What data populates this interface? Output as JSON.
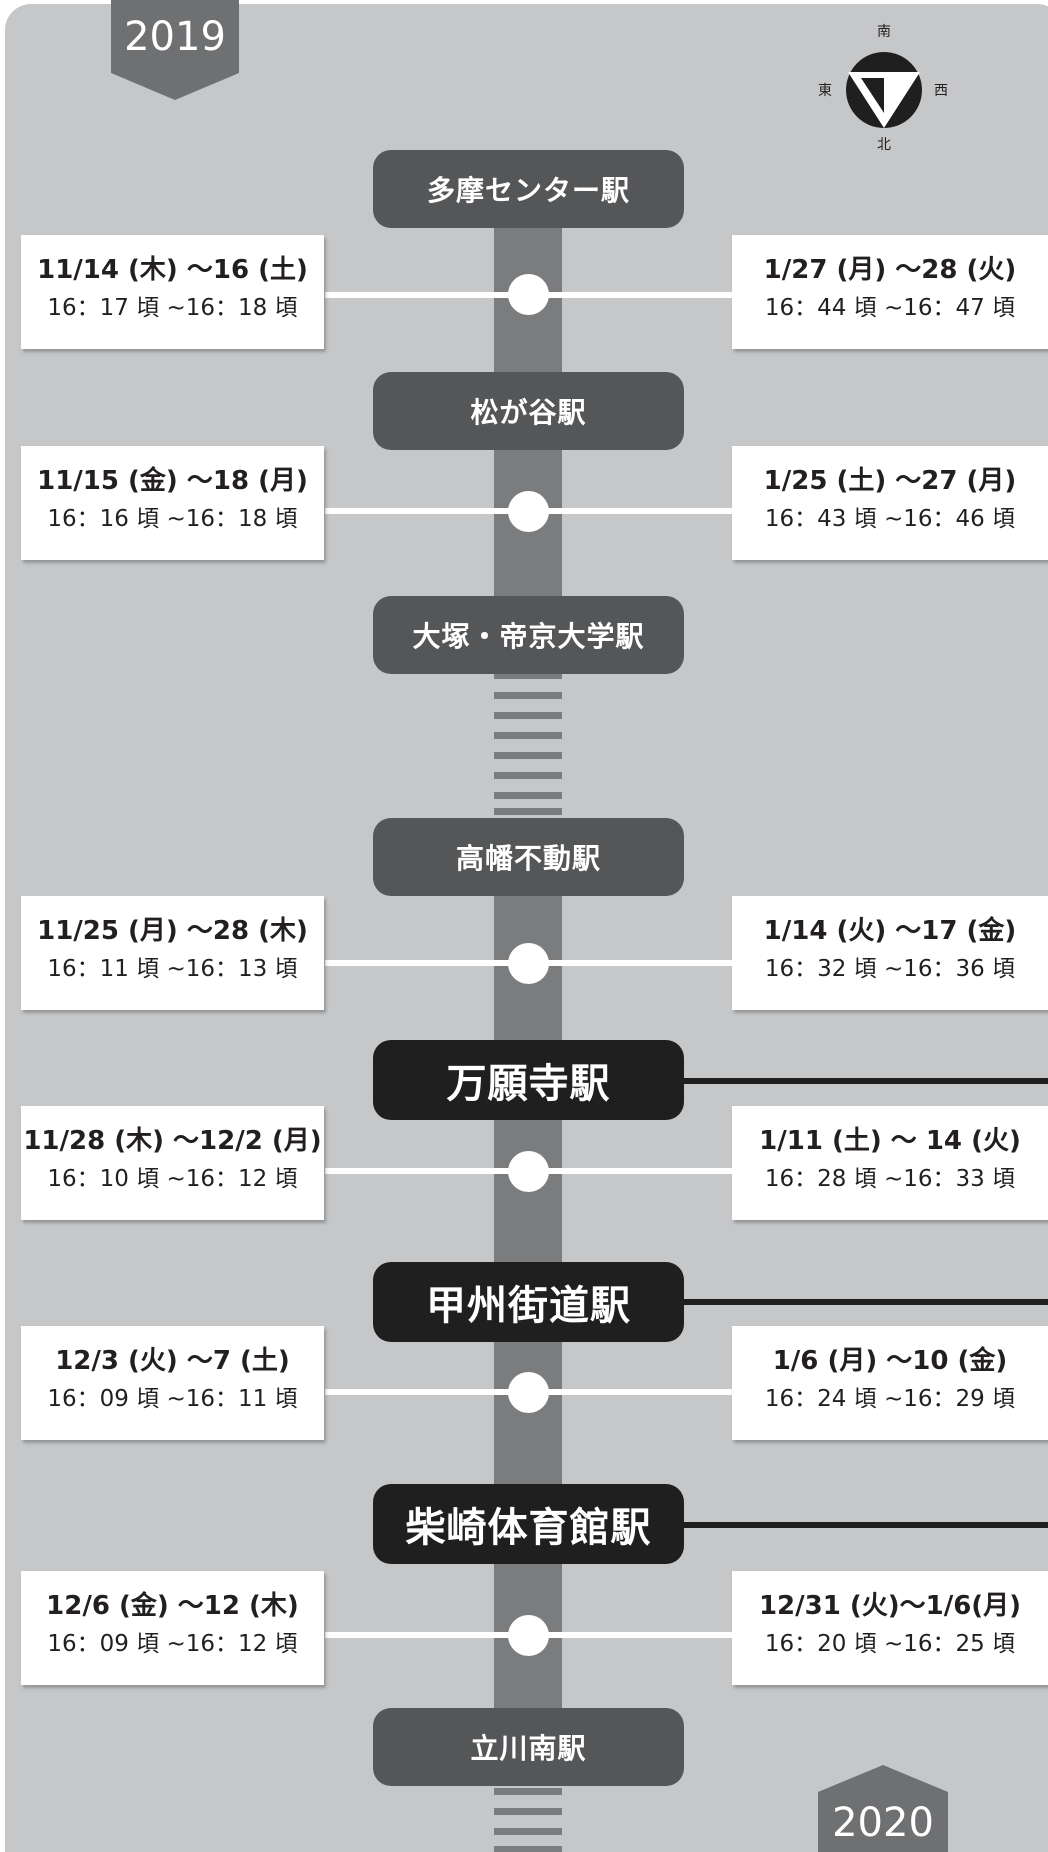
{
  "years": {
    "start": "2019",
    "end": "2020"
  },
  "compass": {
    "top": "南",
    "left": "東",
    "right": "西",
    "bottom": "北"
  },
  "stations": [
    {
      "name": "多摩センター駅"
    },
    {
      "name": "松が谷駅"
    },
    {
      "name": "大塚・帝京大学駅"
    },
    {
      "name": "高幡不動駅"
    },
    {
      "name": "万願寺駅"
    },
    {
      "name": "甲州街道駅"
    },
    {
      "name": "柴崎体育館駅"
    },
    {
      "name": "立川南駅"
    }
  ],
  "schedule": [
    {
      "left": {
        "dates": "11/14 (木) ～16 (土)",
        "times": "16：17 頃 ~16：18 頃"
      },
      "right": {
        "dates": "1/27 (月) ～28 (火)",
        "times": "16：44 頃 ~16：47 頃"
      }
    },
    {
      "left": {
        "dates": "11/15 (金) ～18 (月)",
        "times": "16：16 頃 ~16：18 頃"
      },
      "right": {
        "dates": "1/25 (土) ～27 (月)",
        "times": "16：43 頃 ~16：46 頃"
      }
    },
    {
      "left": {
        "dates": "11/25 (月) ～28 (木)",
        "times": "16：11 頃 ~16：13 頃"
      },
      "right": {
        "dates": "1/14 (火) ～17 (金)",
        "times": "16：32 頃 ~16：36 頃"
      }
    },
    {
      "left": {
        "dates": "11/28 (木) ～12/2 (月)",
        "times": "16：10 頃 ~16：12 頃"
      },
      "right": {
        "dates": "1/11 (土) ～ 14 (火)",
        "times": "16：28 頃 ~16：33 頃"
      }
    },
    {
      "left": {
        "dates": "12/3 (火) ～7 (土)",
        "times": "16：09 頃 ~16：11 頃"
      },
      "right": {
        "dates": "1/6 (月) ～10 (金)",
        "times": "16：24 頃 ~16：29 頃"
      }
    },
    {
      "left": {
        "dates": "12/6 (金) ～12 (木)",
        "times": "16：09 頃 ~16：12 頃"
      },
      "right": {
        "dates": "12/31 (火)～1/6(月)",
        "times": "16：20 頃 ~16：25 頃"
      }
    }
  ]
}
